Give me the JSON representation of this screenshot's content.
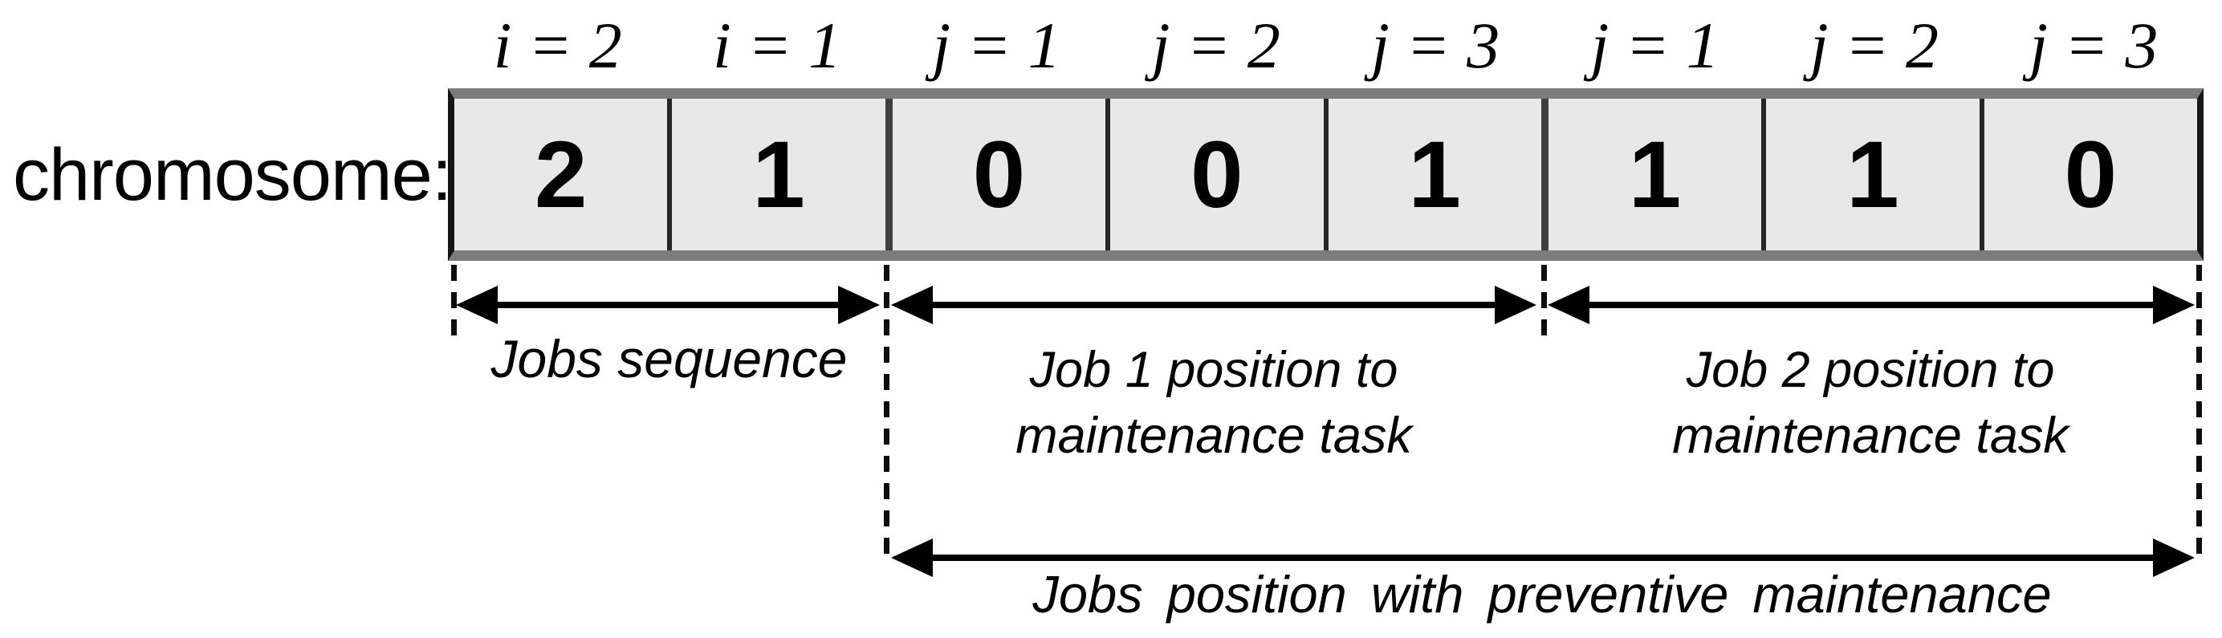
{
  "figure": {
    "row_label": "chromosome:",
    "index_headers": [
      "i = 2",
      "i = 1",
      "j = 1",
      "j = 2",
      "j = 3",
      "j = 1",
      "j = 2",
      "j = 3"
    ],
    "genes": [
      "2",
      "1",
      "0",
      "0",
      "1",
      "1",
      "1",
      "0"
    ],
    "regions": [
      {
        "label": "Jobs sequence"
      },
      {
        "label": "Job 1 position to\nmaintenance task"
      },
      {
        "label": "Job 2 position to\nmaintenance task"
      }
    ],
    "bottom_label": "Jobs position with preventive maintenance",
    "colors": {
      "background": "#ffffff",
      "cell_fill": "#e8e8e8",
      "outer_bar_gray": "#7c7c7c",
      "border_dark": "#161616",
      "text": "#000000"
    }
  }
}
